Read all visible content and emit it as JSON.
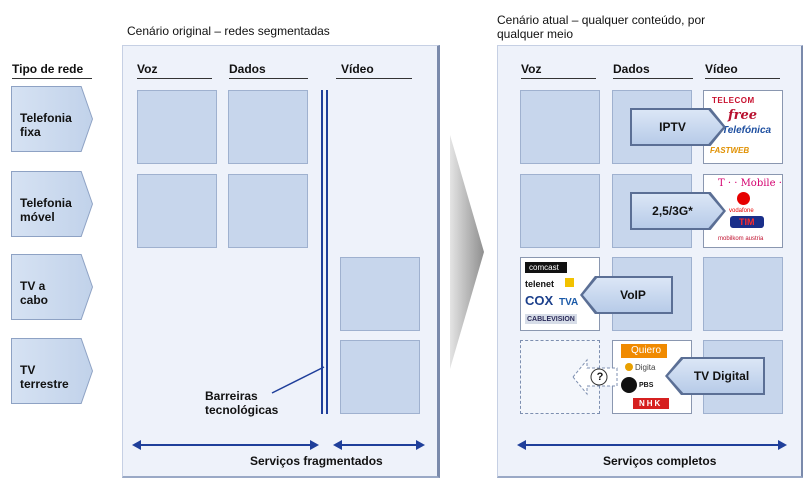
{
  "left_title": "Cenário original – redes segmentadas",
  "right_title_line1": "Cenário atual – qualquer conteúdo, por",
  "right_title_line2": "qualquer meio",
  "network_type_header": "Tipo de rede",
  "networks": [
    "Telefonia\nfixa",
    "Telefonia\nmóvel",
    "TV a\ncabo",
    "TV\nterrestre"
  ],
  "columns": {
    "voice": "Voz",
    "data": "Dados",
    "video": "Vídeo"
  },
  "barriers_label": "Barreiras\ntecnológicas",
  "fragmented_label": "Serviços fragmentados",
  "complete_label": "Serviços completos",
  "callouts": {
    "iptv": "IPTV",
    "mobile": "2,5/3G*",
    "voip": "VoIP",
    "tv_digital": "TV Digital"
  },
  "question_mark": "?",
  "logos": {
    "telecom": "TELECOM",
    "free": "free",
    "telefonica": "Telefónica",
    "fastweb": "FASTWEB",
    "tmobile": "T · · Mobile ·",
    "vodafone": "vodafone",
    "tim": "TIM",
    "mobilkom": "mobilkom austria",
    "comcast": "comcast",
    "telenet": "telenet",
    "cox": "COX",
    "tva": "TVA",
    "cablevision": "CABLEVISION",
    "quiero": "Quiero",
    "digita": "Digita",
    "pbs": "PBS",
    "nhk": "NHK"
  },
  "colors": {
    "cell": "#c7d6ec",
    "arrow": "#1f3f9a",
    "panel": "#eef2fa"
  }
}
